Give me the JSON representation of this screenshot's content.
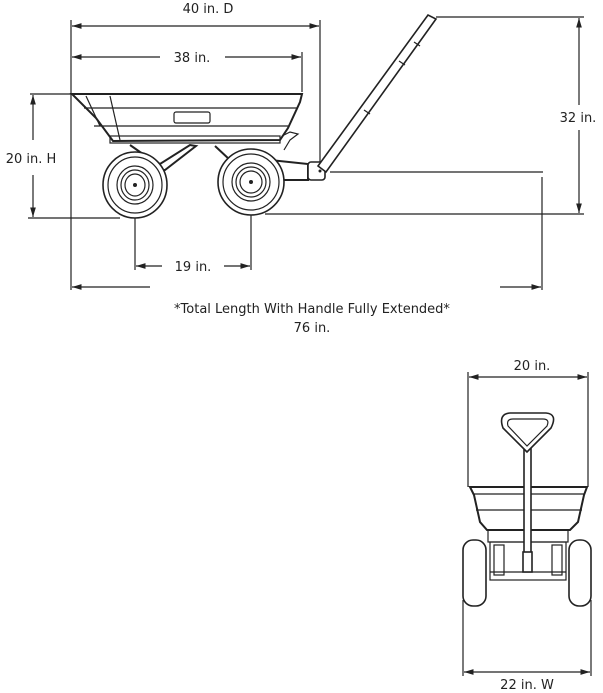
{
  "side_view": {
    "overall_depth": "40 in. D",
    "bed_length": "38 in.",
    "height": "20 in. H",
    "handle_height": "32 in.",
    "wheelbase": "19 in.",
    "total_length_note": "*Total Length With Handle Fully Extended*",
    "total_length": "76 in."
  },
  "rear_view": {
    "bed_width": "20 in.",
    "overall_width": "22 in. W"
  },
  "colors": {
    "line": "#222222",
    "background": "#ffffff"
  }
}
